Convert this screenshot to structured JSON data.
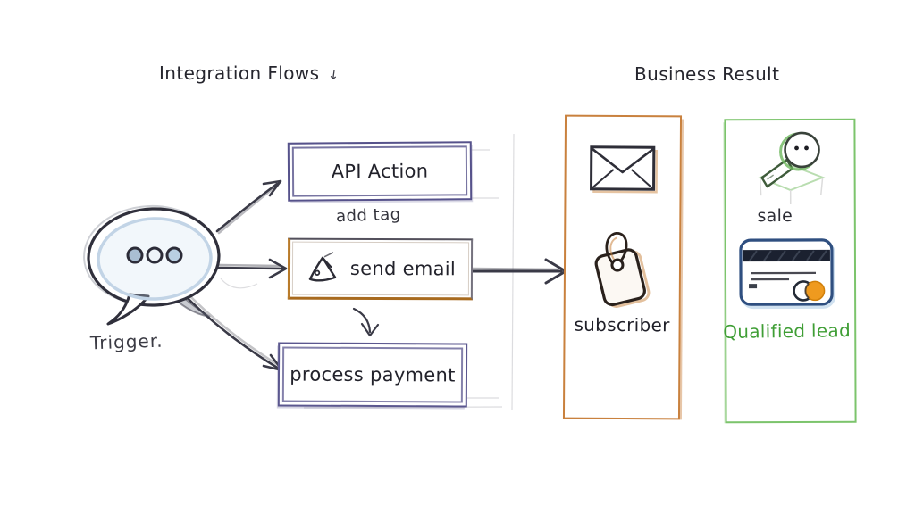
{
  "titles": {
    "flows": "Integration Flows",
    "flows_arrow": "↓",
    "results": "Business Result"
  },
  "trigger": {
    "label": "Trigger.",
    "icon": "speech-bubble-icon"
  },
  "nodes": {
    "api_action": "API Action",
    "add_tag": "add tag",
    "send_email": "send email",
    "process_payment": "process payment"
  },
  "edges": [
    {
      "from": "trigger",
      "to": "api_action"
    },
    {
      "from": "trigger",
      "to": "send_email"
    },
    {
      "from": "trigger",
      "to": "process_payment"
    },
    {
      "from": "send_email",
      "to": "process_payment",
      "label": ""
    },
    {
      "from": "send_email",
      "to": "subscriber_column"
    }
  ],
  "results": {
    "subscriber_column": {
      "accent": "#c9813e",
      "icons": [
        "envelope-icon",
        "tag-icon"
      ],
      "label": "subscriber"
    },
    "qualified_column": {
      "accent": "#7cc46c",
      "icons": [
        "magnifier-icon",
        "credit-card-icon"
      ],
      "sale_label": "sale",
      "label": "Qualified lead",
      "label_color": "#3f9e35"
    }
  },
  "colors": {
    "ink": "#30303c",
    "box_border_purple": "#56528b",
    "orange_accent": "#c9813e",
    "green_accent": "#7cc46c",
    "green_text": "#3f9e35",
    "bubble_tint": "#c2d4e6",
    "card_outline": "#2f4f80",
    "card_stripe": "#1b2130",
    "mastercard_orange": "#ef9a1f"
  }
}
